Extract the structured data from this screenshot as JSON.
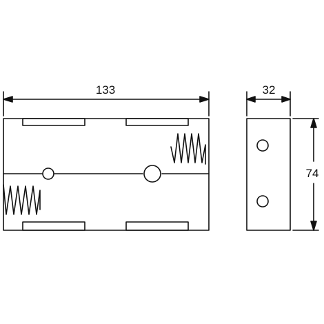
{
  "drawing": {
    "dimensions": {
      "length": "133",
      "width": "32",
      "height": "74"
    },
    "colors": {
      "ink": "#111111",
      "background": "#ffffff"
    }
  }
}
